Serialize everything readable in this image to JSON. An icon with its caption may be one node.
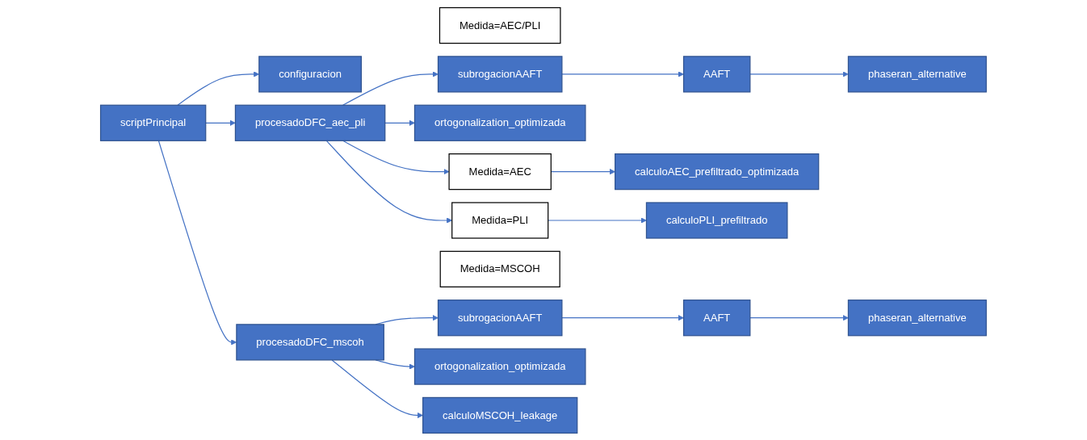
{
  "diagram": {
    "nodes": [
      {
        "text": [
          "scriptPrincipal"
        ]
      },
      {
        "text": [
          "configuracion"
        ]
      },
      {
        "text": [
          "Medida=AEC/PLI"
        ]
      },
      {
        "text": [
          "procesadoDFC_aec_pli"
        ]
      },
      {
        "text": [
          "subrogacionAAFT"
        ]
      },
      {
        "text": [
          "AAFT"
        ]
      },
      {
        "text": [
          "phaseran_alternative"
        ]
      },
      {
        "text": [
          "ortogonalization_optimizada"
        ]
      },
      {
        "text": [
          "Medida=AEC"
        ]
      },
      {
        "text": [
          "calculoAEC_prefiltrado_optimizada"
        ]
      },
      {
        "text": [
          "Medida=PLI"
        ]
      },
      {
        "text": [
          "calculoPLI_prefiltrado"
        ]
      },
      {
        "text": [
          "Medida=MSCOH"
        ]
      },
      {
        "text": [
          "procesadoDFC_mscoh"
        ]
      },
      {
        "text": [
          "subrogacionAAFT"
        ]
      },
      {
        "text": [
          "AAFT"
        ]
      },
      {
        "text": [
          "phaseran_alternative"
        ]
      },
      {
        "text": [
          "ortogonalization_optimizada"
        ]
      },
      {
        "text": [
          "calculoMSCOH_leakage"
        ]
      }
    ],
    "edges": [
      {
        "from": 0,
        "to": 3,
        "arrow": "to"
      },
      {
        "from": 0,
        "to": 1,
        "arrow": "to"
      },
      {
        "from": 0,
        "to": 13,
        "arrow": "to"
      },
      {
        "from": 3,
        "to": 4,
        "arrow": "to"
      },
      {
        "from": 4,
        "to": 5,
        "arrow": "to"
      },
      {
        "from": 5,
        "to": 6,
        "arrow": "to"
      },
      {
        "from": 3,
        "to": 7,
        "arrow": "to"
      },
      {
        "from": 3,
        "to": 8,
        "arrow": "to"
      },
      {
        "from": 3,
        "to": 10,
        "arrow": "to"
      },
      {
        "from": 8,
        "to": 9,
        "arrow": "to"
      },
      {
        "from": 10,
        "to": 11,
        "arrow": "to"
      },
      {
        "from": 13,
        "to": 14,
        "arrow": "to"
      },
      {
        "from": 14,
        "to": 15,
        "arrow": "to"
      },
      {
        "from": 15,
        "to": 16,
        "arrow": "to"
      },
      {
        "from": 13,
        "to": 17,
        "arrow": "to"
      },
      {
        "from": 13,
        "to": 18,
        "arrow": "to"
      }
    ]
  }
}
